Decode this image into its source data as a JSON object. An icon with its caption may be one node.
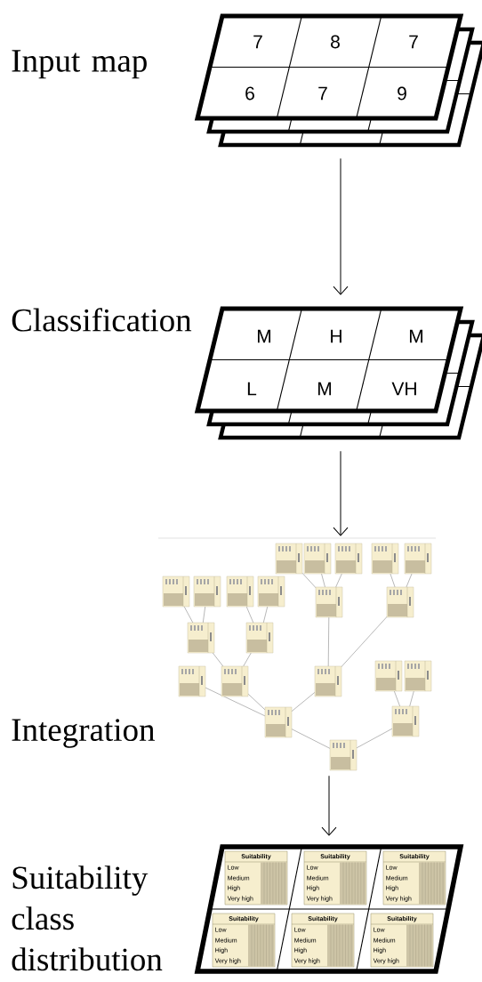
{
  "diagram": {
    "nodes": [
      {
        "text": [],
        "shape": "box"
      },
      {
        "text": [
          "7"
        ],
        "in": 0
      },
      {
        "text": [
          "8"
        ],
        "in": 0
      },
      {
        "text": [
          "7"
        ],
        "in": 0
      },
      {
        "text": [
          "6"
        ],
        "in": 0
      },
      {
        "text": [
          "7"
        ],
        "in": 0
      },
      {
        "text": [
          "9"
        ],
        "in": 0
      },
      {
        "text": [],
        "shape": "box"
      },
      {
        "text": [
          "M"
        ],
        "in": 7
      },
      {
        "text": [
          "H"
        ],
        "in": 7
      },
      {
        "text": [
          "M"
        ],
        "in": 7
      },
      {
        "text": [
          "L"
        ],
        "in": 7
      },
      {
        "text": [
          "M"
        ],
        "in": 7
      },
      {
        "text": [
          "VH"
        ],
        "in": 7
      },
      {
        "text": [],
        "shape": "picture"
      },
      {
        "text": [],
        "shape": "box"
      },
      {
        "text": [
          "Suitability",
          "Low",
          "Medium",
          "High",
          "Very high"
        ],
        "in": 15
      },
      {
        "text": [
          "Suitability",
          "Low",
          "Medium",
          "High",
          "Very high"
        ],
        "in": 15
      },
      {
        "text": [
          "Suitability",
          "Low",
          "Medium",
          "High",
          "Very high"
        ],
        "in": 15
      },
      {
        "text": [
          "Suitability",
          "Low",
          "Medium",
          "High",
          "Very high"
        ],
        "in": 15
      },
      {
        "text": [
          "Suitability",
          "Low",
          "Medium",
          "High",
          "Very high"
        ],
        "in": 15
      },
      {
        "text": [
          "Suitability",
          "Low",
          "Medium",
          "High",
          "Very high"
        ],
        "in": 15
      }
    ],
    "edges": [
      {
        "from": 0,
        "to": 7,
        "arrow": "to"
      },
      {
        "from": 7,
        "to": 14,
        "arrow": "to"
      },
      {
        "from": 14,
        "to": 15,
        "arrow": "to"
      }
    ],
    "labels": [
      "Input map",
      "Classification",
      "Integration",
      "Suitability class distribution"
    ]
  }
}
